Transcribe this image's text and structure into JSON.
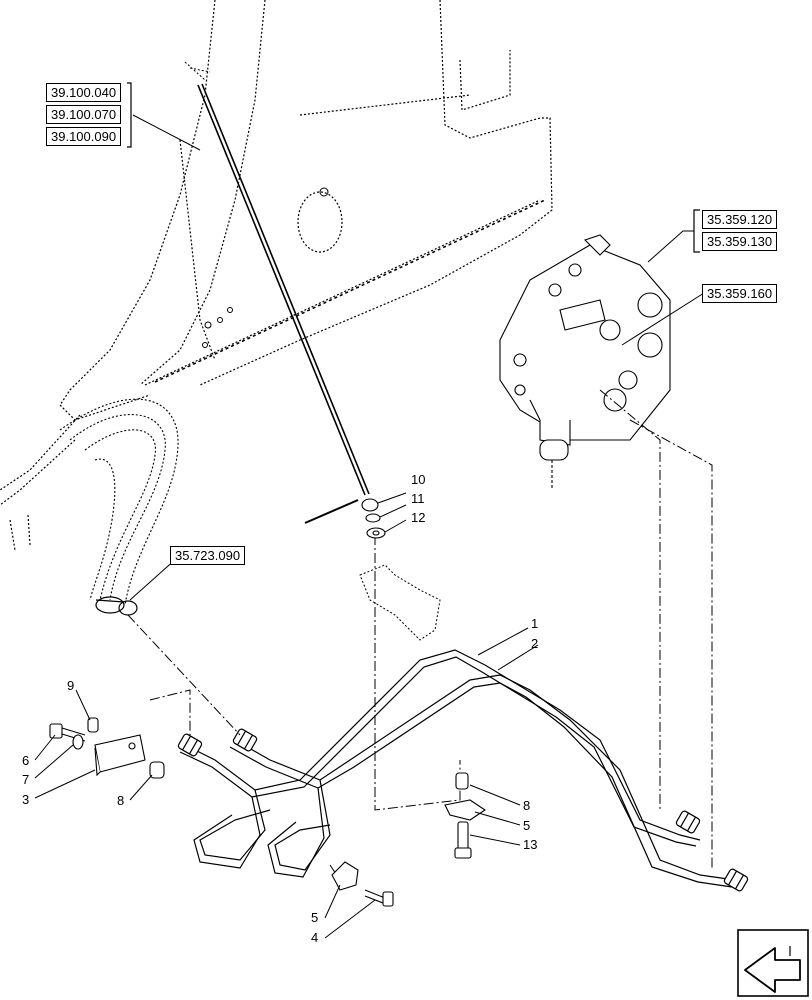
{
  "references": {
    "frame_group": [
      "39.100.040",
      "39.100.070",
      "39.100.090"
    ],
    "valve_group": [
      "35.359.120",
      "35.359.130"
    ],
    "valve_port": "35.359.160",
    "hose": "35.723.090"
  },
  "callouts": [
    {
      "id": "c1",
      "label": "1"
    },
    {
      "id": "c2",
      "label": "2"
    },
    {
      "id": "c3",
      "label": "3"
    },
    {
      "id": "c4",
      "label": "4"
    },
    {
      "id": "c5a",
      "label": "5"
    },
    {
      "id": "c5b",
      "label": "5"
    },
    {
      "id": "c6",
      "label": "6"
    },
    {
      "id": "c7",
      "label": "7"
    },
    {
      "id": "c8a",
      "label": "8"
    },
    {
      "id": "c8b",
      "label": "8"
    },
    {
      "id": "c9",
      "label": "9"
    },
    {
      "id": "c10",
      "label": "10"
    },
    {
      "id": "c11",
      "label": "11"
    },
    {
      "id": "c12",
      "label": "12"
    },
    {
      "id": "c13",
      "label": "13"
    }
  ],
  "icons": {
    "nav": "previous-page-arrow-icon"
  }
}
